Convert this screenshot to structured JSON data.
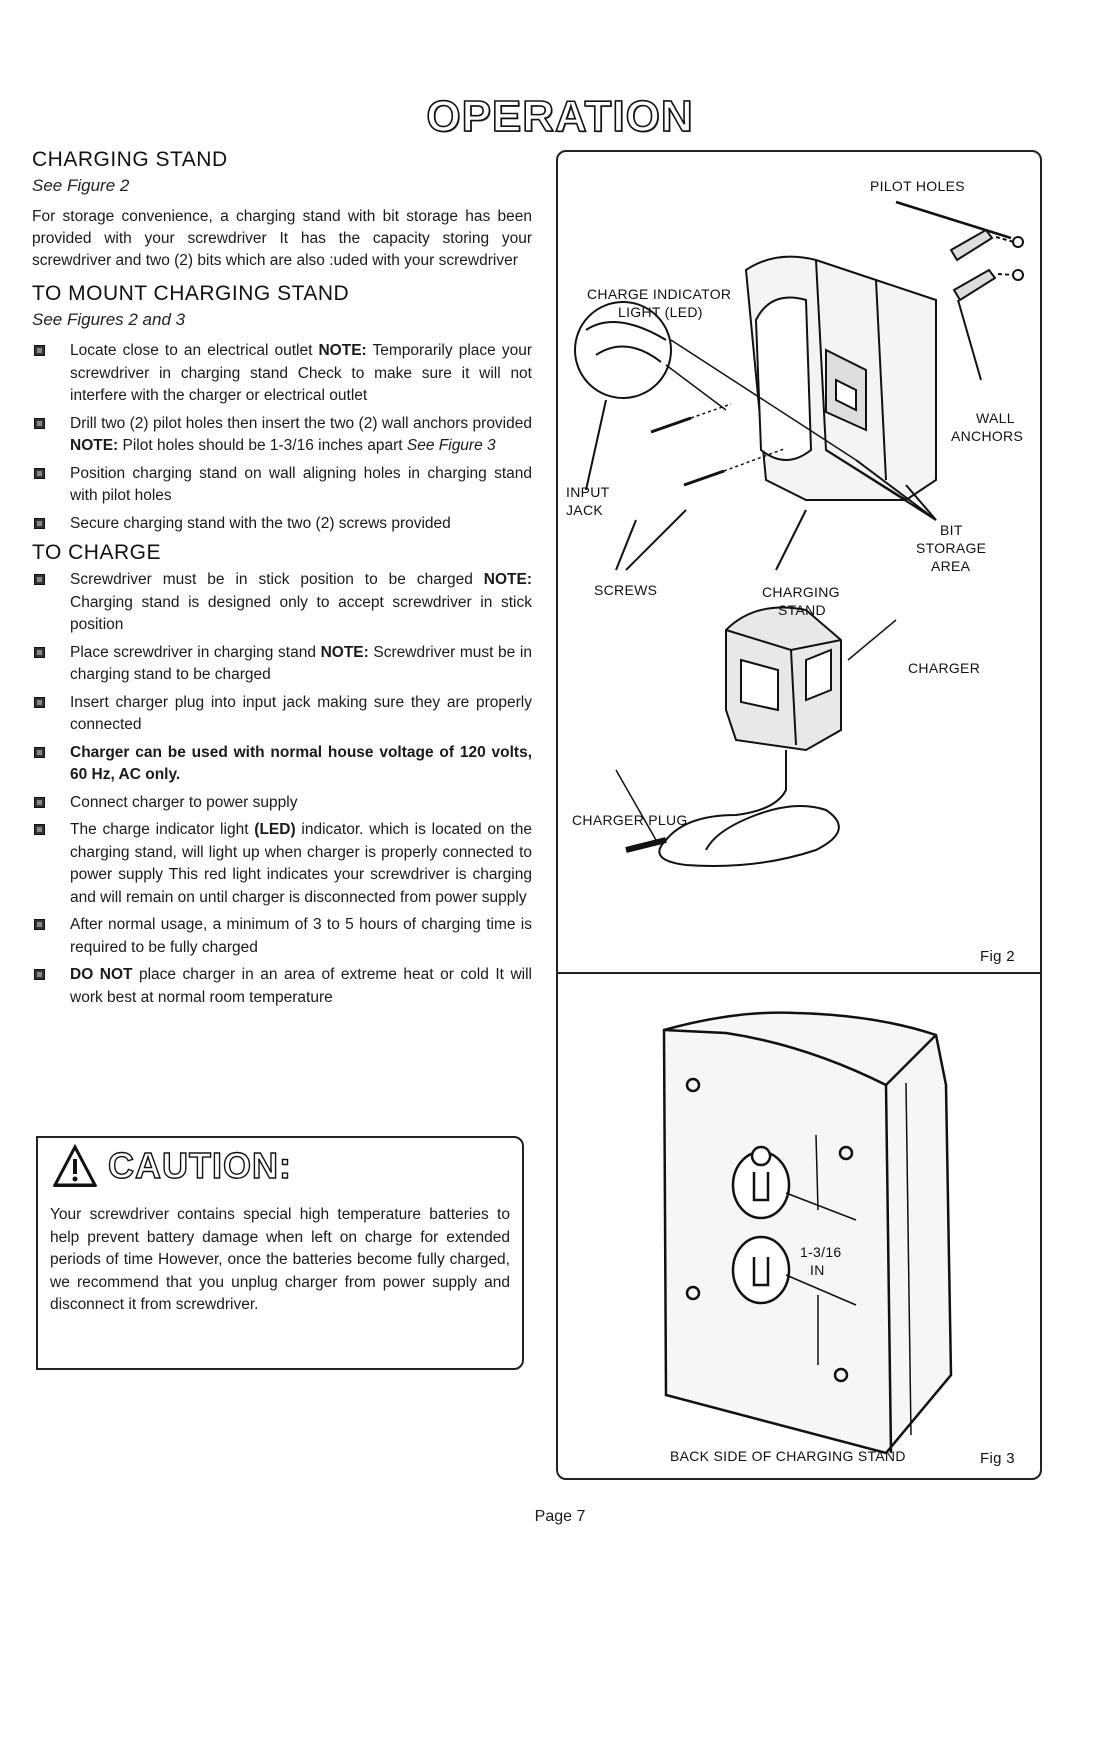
{
  "title": "OPERATION",
  "charging_stand": {
    "heading": "CHARGING STAND",
    "see": "See Figure 2",
    "paragraph": "For storage convenience, a charging stand with bit storage has been provided with your screwdriver It has the capacity storing your screwdriver and two (2) bits which are also :uded with your screwdriver"
  },
  "mount": {
    "heading": "TO MOUNT CHARGING STAND",
    "see": "See Figures 2 and 3",
    "items": [
      {
        "text": "Locate close to an electrical outlet ",
        "note": "NOTE:",
        "after": " Temporarily place your screwdriver in charging stand Check to make sure it will not interfere with the charger or electrical outlet"
      },
      {
        "text": "Drill two (2) pilot holes then insert the two (2) wall anchors provided ",
        "note": "NOTE:",
        "after": " Pilot holes should be 1-3/16 inches apart ",
        "see": "See Figure 3"
      },
      {
        "text": "Position charging stand on wall aligning holes in charging stand with pilot holes"
      },
      {
        "text": "Secure charging stand with the two (2) screws provided"
      }
    ]
  },
  "charge": {
    "heading": "TO CHARGE",
    "items": [
      {
        "text": "Screwdriver must be in stick position to be charged ",
        "note": "NOTE:",
        "after": " Charging stand is designed only to accept screwdriver in stick position"
      },
      {
        "text": "Place screwdriver in charging stand ",
        "note": "NOTE:",
        "after": " Screwdriver must be in charging stand to be charged"
      },
      {
        "text": "Insert charger plug into input jack making sure they are properly connected"
      },
      {
        "text": "Charger can be used with normal house voltage of 120 volts, 60 Hz, AC only."
      },
      {
        "text": "Connect charger to power supply"
      },
      {
        "text": "The charge indicator light ",
        "note": "(LED)",
        "after": " indicator. which is located on the charging stand, will light up when charger is properly connected to power supply This red light indicates your screwdriver is charging and will remain on until charger is disconnected from power supply"
      },
      {
        "text": "After normal usage, a minimum of 3 to 5 hours of charging time is required to be fully charged"
      },
      {
        "note": "DO NOT",
        "after": " place charger in an area of extreme heat or cold It will work best at normal room temperature"
      }
    ]
  },
  "caution": {
    "title": "CAUTION:",
    "text": "Your screwdriver contains special high temperature batteries to help prevent battery damage when left on charge for extended periods of time However, once the batteries become fully charged, we recommend that you unplug charger from power supply and disconnect it from screwdriver."
  },
  "fig2": {
    "pilot_holes": "PILOT HOLES",
    "charge_indicator_1": "CHARGE INDICATOR",
    "charge_indicator_2": "LIGHT (LED)",
    "wall": "WALL",
    "anchors": "ANCHORS",
    "input": "INPUT",
    "jack": "JACK",
    "bit": "BIT",
    "storage": "STORAGE",
    "area": "AREA",
    "screws": "SCREWS",
    "charging": "CHARGING",
    "stand": "STAND",
    "charger": "CHARGER",
    "charger_plug": "CHARGER PLUG",
    "caption": "Fig 2"
  },
  "fig3": {
    "dim_1": "1-3/16",
    "dim_2": "IN",
    "back_label": "BACK SIDE OF CHARGING STAND",
    "caption": "Fig 3"
  },
  "page_number": "Page 7"
}
